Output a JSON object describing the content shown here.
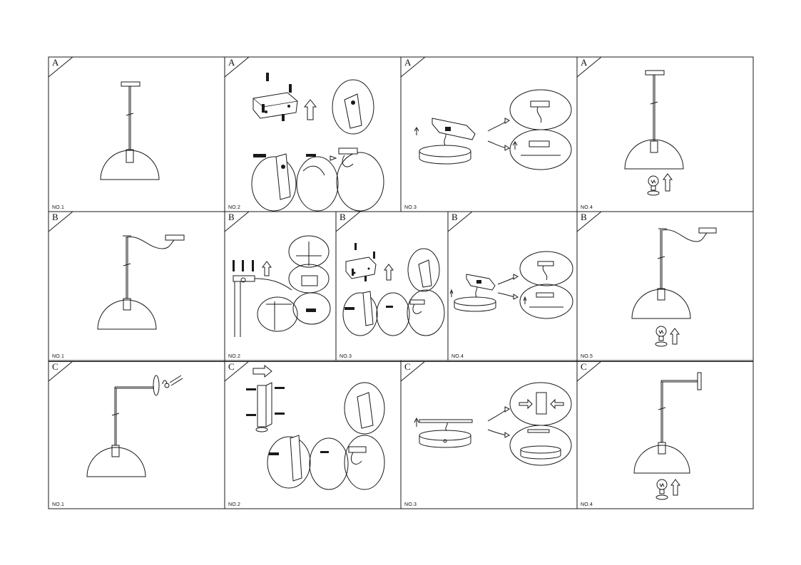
{
  "sheet": {
    "rows": [
      {
        "variant": "A",
        "panels": [
          {
            "letter": "A",
            "step": "NO.1",
            "illustration": "pendant-lamp-assembled"
          },
          {
            "letter": "A",
            "step": "NO.2",
            "illustration": "bracket-screws-wiring"
          },
          {
            "letter": "A",
            "step": "NO.3",
            "illustration": "canopy-connection"
          },
          {
            "letter": "A",
            "step": "NO.4",
            "illustration": "pendant-lamp-bulb-insert"
          }
        ]
      },
      {
        "variant": "B",
        "panels": [
          {
            "letter": "B",
            "step": "NO.1",
            "illustration": "swag-pendant-lamp-assembled"
          },
          {
            "letter": "B",
            "step": "NO.2",
            "illustration": "ceiling-hook-mounting"
          },
          {
            "letter": "B",
            "step": "NO.3",
            "illustration": "bracket-screws-wiring"
          },
          {
            "letter": "B",
            "step": "NO.4",
            "illustration": "canopy-connection"
          },
          {
            "letter": "B",
            "step": "NO.5",
            "illustration": "swag-pendant-lamp-bulb-insert"
          }
        ]
      },
      {
        "variant": "C",
        "panels": [
          {
            "letter": "C",
            "step": "NO.1",
            "illustration": "wall-arm-lamp-assembled"
          },
          {
            "letter": "C",
            "step": "NO.2",
            "illustration": "wall-bracket-screws-wiring"
          },
          {
            "letter": "C",
            "step": "NO.3",
            "illustration": "wall-plate-connection"
          },
          {
            "letter": "C",
            "step": "NO.4",
            "illustration": "wall-arm-lamp-bulb-insert"
          }
        ]
      }
    ]
  }
}
